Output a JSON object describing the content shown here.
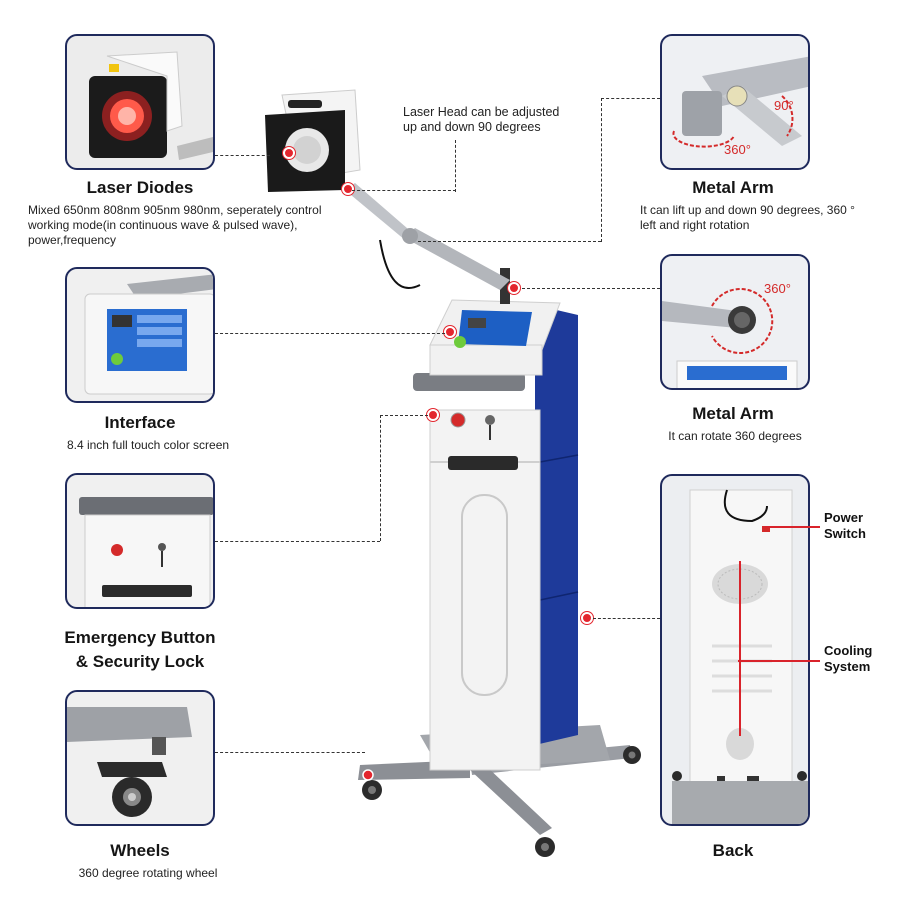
{
  "laser_diodes": {
    "title": "Laser Diodes",
    "description": "Mixed 650nm 808nm 905nm 980nm, seperately control working mode(in continuous wave & pulsed wave), power,frequency"
  },
  "laser_head": {
    "description": "Laser Head can be adjusted up and down 90 degrees"
  },
  "metal_arm_top": {
    "title": "Metal Arm",
    "description": "It can lift up and down 90 degrees, 360 ° left and right rotation",
    "angle_90": "90°",
    "angle_360": "360°"
  },
  "interface": {
    "title": "Interface",
    "description": "8.4 inch full touch color screen"
  },
  "metal_arm_mid": {
    "title": "Metal Arm",
    "description": "It can rotate 360 degrees",
    "angle_360": "360°"
  },
  "emergency": {
    "title_line1": "Emergency Button",
    "title_line2": "& Security Lock"
  },
  "back": {
    "title": "Back",
    "power_switch": "Power Switch",
    "cooling_system": "Cooling System"
  },
  "wheels": {
    "title": "Wheels",
    "description": "360 degree rotating wheel"
  },
  "colors": {
    "panel_border": "#1f2a5c",
    "dot_red": "#e3262e",
    "cabinet_blue": "#1e3a9a",
    "cabinet_white": "#f2f2f2"
  }
}
